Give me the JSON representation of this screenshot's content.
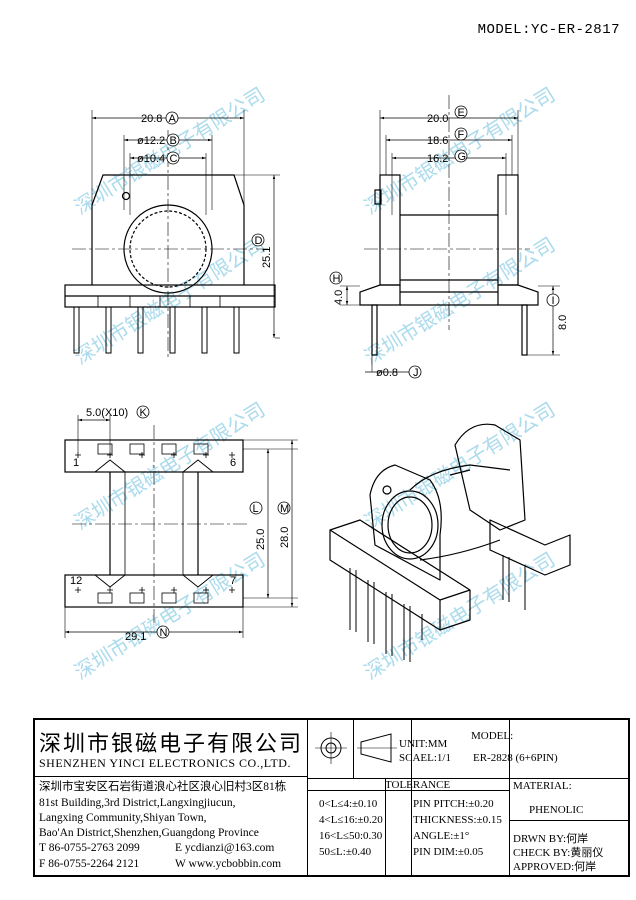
{
  "model_title": "MODEL:YC-ER-2817",
  "dimensions": {
    "a": "20.8",
    "b": "ø12.2",
    "c": "ø10.4",
    "d": "25.1",
    "e": "20.0",
    "f": "18.6",
    "g": "16.2",
    "h": "4.0",
    "i": "8.0",
    "j": "ø0.8",
    "k": "5.0(X10)",
    "l": "25.0",
    "m": "28.0",
    "n": "29.1"
  },
  "ref_letters": [
    "A",
    "B",
    "C",
    "D",
    "E",
    "F",
    "G",
    "H",
    "I",
    "J",
    "K",
    "L",
    "M",
    "N"
  ],
  "pin_numbers": {
    "p1": "1",
    "p6": "6",
    "p12": "12",
    "p7": "7"
  },
  "watermark": "深圳市银磁电子有限公司",
  "title_block": {
    "company_cn": "深圳市银磁电子有限公司",
    "company_en": "SHENZHEN YINCI ELECTRONICS CO.,LTD.",
    "address_lines": [
      "深圳市宝安区石岩街道浪心社区浪心旧村3区81栋",
      "81st Building,3rd District,Langxingjiucun,",
      "Langxing Community,Shiyan Town,",
      "Bao'An District,Shenzhen,Guangdong Province"
    ],
    "tel": "T 86-0755-2763 2099",
    "email": "E ycdianzi@163.com",
    "fax": "F 86-0755-2264 2121",
    "web": "W www.ycbobbin.com",
    "unit": "UNIT:MM",
    "scale": "SCAEL:1/1",
    "model_label": "MODEL:",
    "model_value": "ER-2828 (6+6PIN)",
    "tolerance_title": "TOLERANCE",
    "tolerances": [
      "0<L≤4:±0.10",
      "4<L≤16:±0.20",
      "16<L≤50:0.30",
      "50≤L:±0.40"
    ],
    "pin_specs": [
      "PIN PITCH:±0.20",
      "THICKNESS:±0.15",
      "ANGLE:±1°",
      "PIN DIM:±0.05"
    ],
    "material_label": "MATERIAL:",
    "material_value": "PHENOLIC",
    "drawn_by": "DRWN BY:何岸",
    "check_by": "CHECK BY:黄丽仪",
    "approved": "APPROVED:何岸"
  }
}
